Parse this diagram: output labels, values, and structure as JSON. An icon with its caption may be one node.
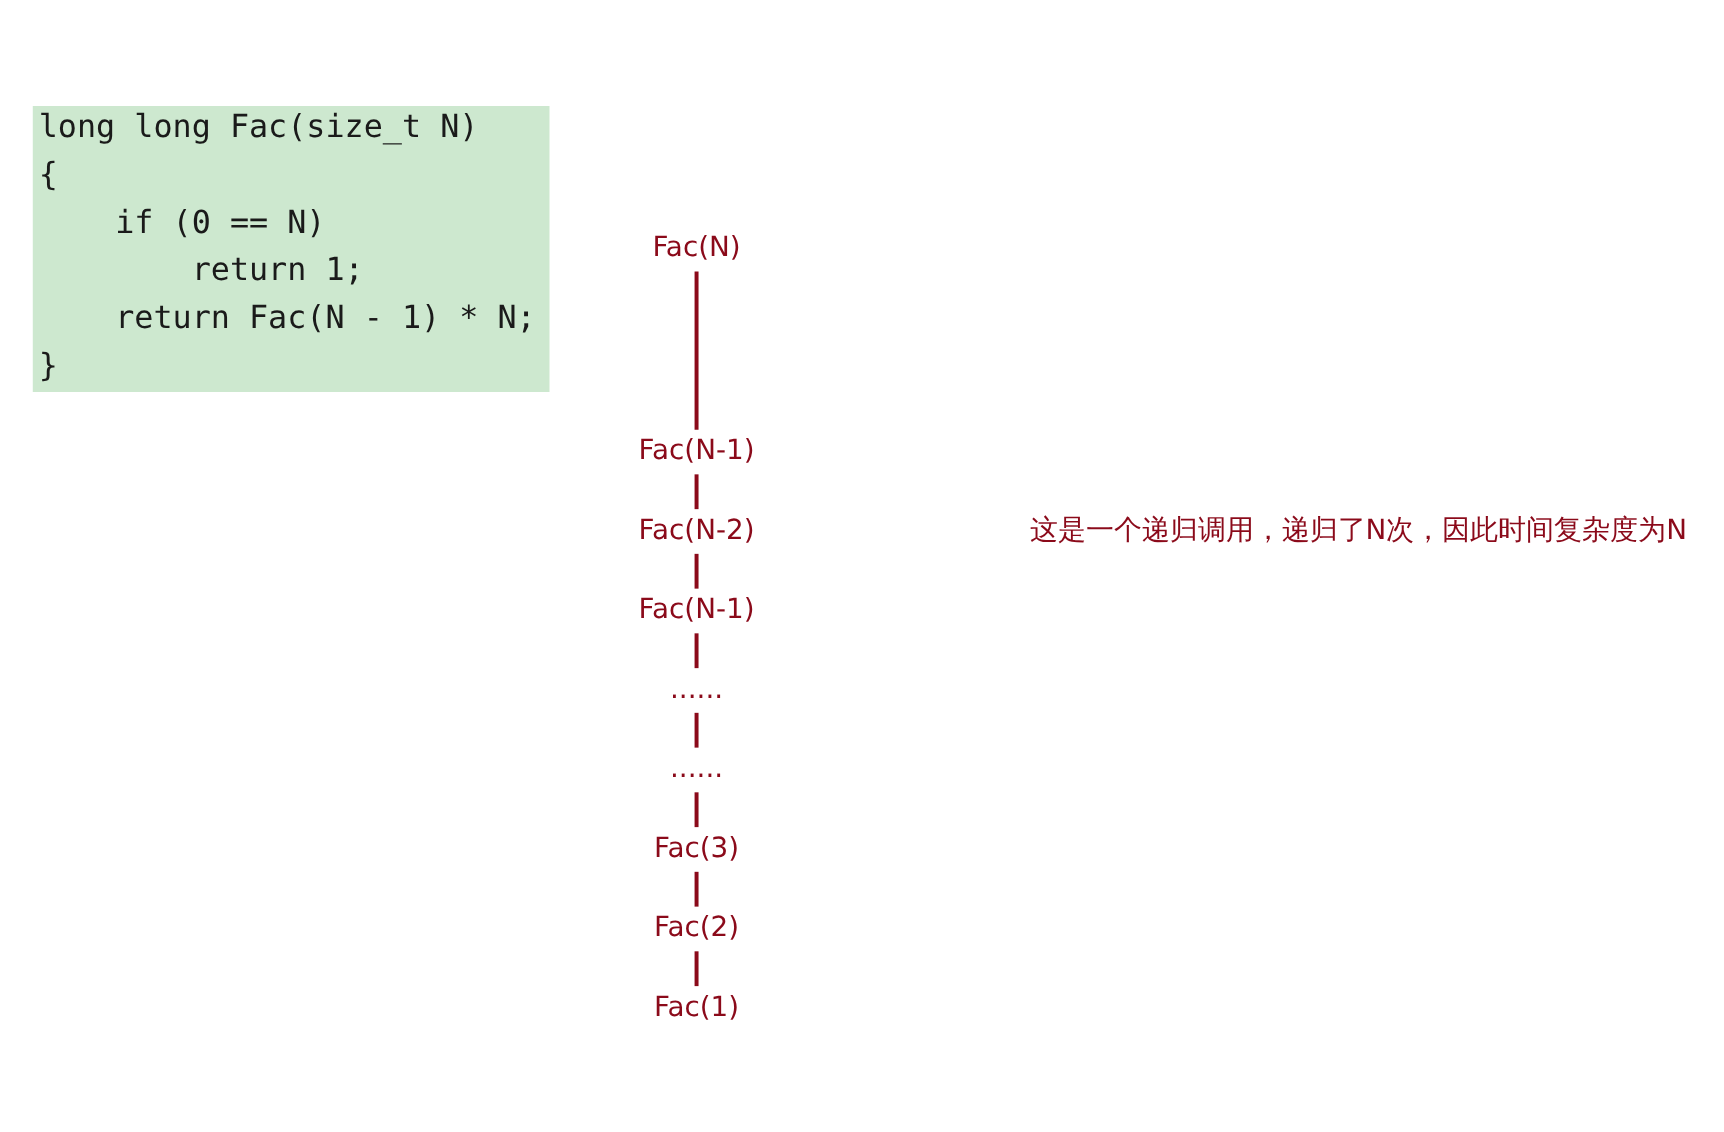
{
  "diagram": {
    "nodes": [
      {
        "text": [
          "Fac(N)"
        ]
      },
      {
        "text": [
          "Fac(N-1)"
        ]
      },
      {
        "text": [
          "Fac(N-2)"
        ]
      },
      {
        "text": [
          "Fac(N-1)"
        ]
      },
      {
        "text": [
          "......"
        ]
      },
      {
        "text": [
          "......"
        ]
      },
      {
        "text": [
          "Fac(3)"
        ]
      },
      {
        "text": [
          "Fac(2)"
        ]
      },
      {
        "text": [
          "Fac(1)"
        ]
      }
    ],
    "edges": [
      {
        "from": 0,
        "to": 1,
        "arrow": "none"
      },
      {
        "from": 1,
        "to": 2,
        "arrow": "none"
      },
      {
        "from": 2,
        "to": 3,
        "arrow": "none"
      },
      {
        "from": 3,
        "to": 4,
        "arrow": "none"
      },
      {
        "from": 4,
        "to": 5,
        "arrow": "none"
      },
      {
        "from": 5,
        "to": 6,
        "arrow": "none"
      },
      {
        "from": 6,
        "to": 7,
        "arrow": "none"
      },
      {
        "from": 7,
        "to": 8,
        "arrow": "none"
      }
    ],
    "labels": [
      "long long Fac(size_t N)",
      "{",
      "    if (0 == N)",
      "        return 1;",
      "    return Fac(N - 1) * N;",
      "}",
      "这是一个递归调用，递归了N次，因此时间复杂度为N"
    ]
  }
}
